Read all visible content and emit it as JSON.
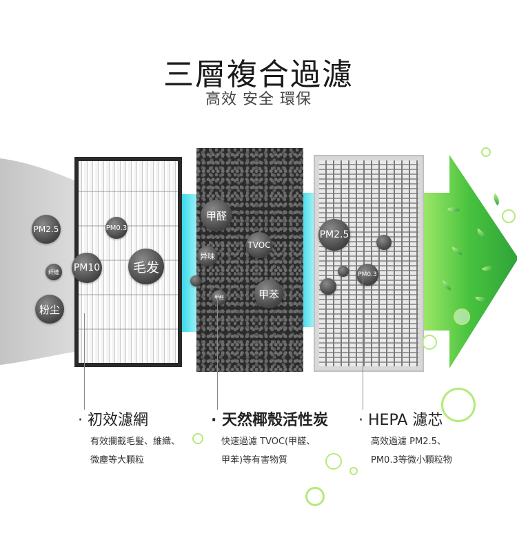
{
  "header": {
    "title": "三層複合過濾",
    "subtitle": "高效 安全 環保"
  },
  "filters": {
    "primary": {
      "particles": [
        "PM2.5",
        "PM0.3",
        "纤维",
        "PM10",
        "毛发",
        "粉尘"
      ],
      "name": "初效濾網",
      "desc": [
        "有效攔截毛髮、維織、",
        "微塵等大顆粒"
      ]
    },
    "carbon": {
      "particles": [
        "甲醛",
        "异味",
        "TVOC",
        "甲醛",
        "甲苯"
      ],
      "name": "天然椰殼活性炭",
      "desc": [
        "快速過濾 TVOC(甲醛、",
        "甲苯)等有害物質"
      ]
    },
    "hepa": {
      "particles": [
        "PM2.5",
        "PM0.3"
      ],
      "name": "HEPA 濾芯",
      "desc": [
        "高效過濾 PM2.5、",
        "PM0.3等微小顆粒物"
      ]
    }
  },
  "colors": {
    "cyan": "#2fd8e8",
    "arrow_green": "#3bbf3f",
    "bubble_dark": "#444444"
  }
}
